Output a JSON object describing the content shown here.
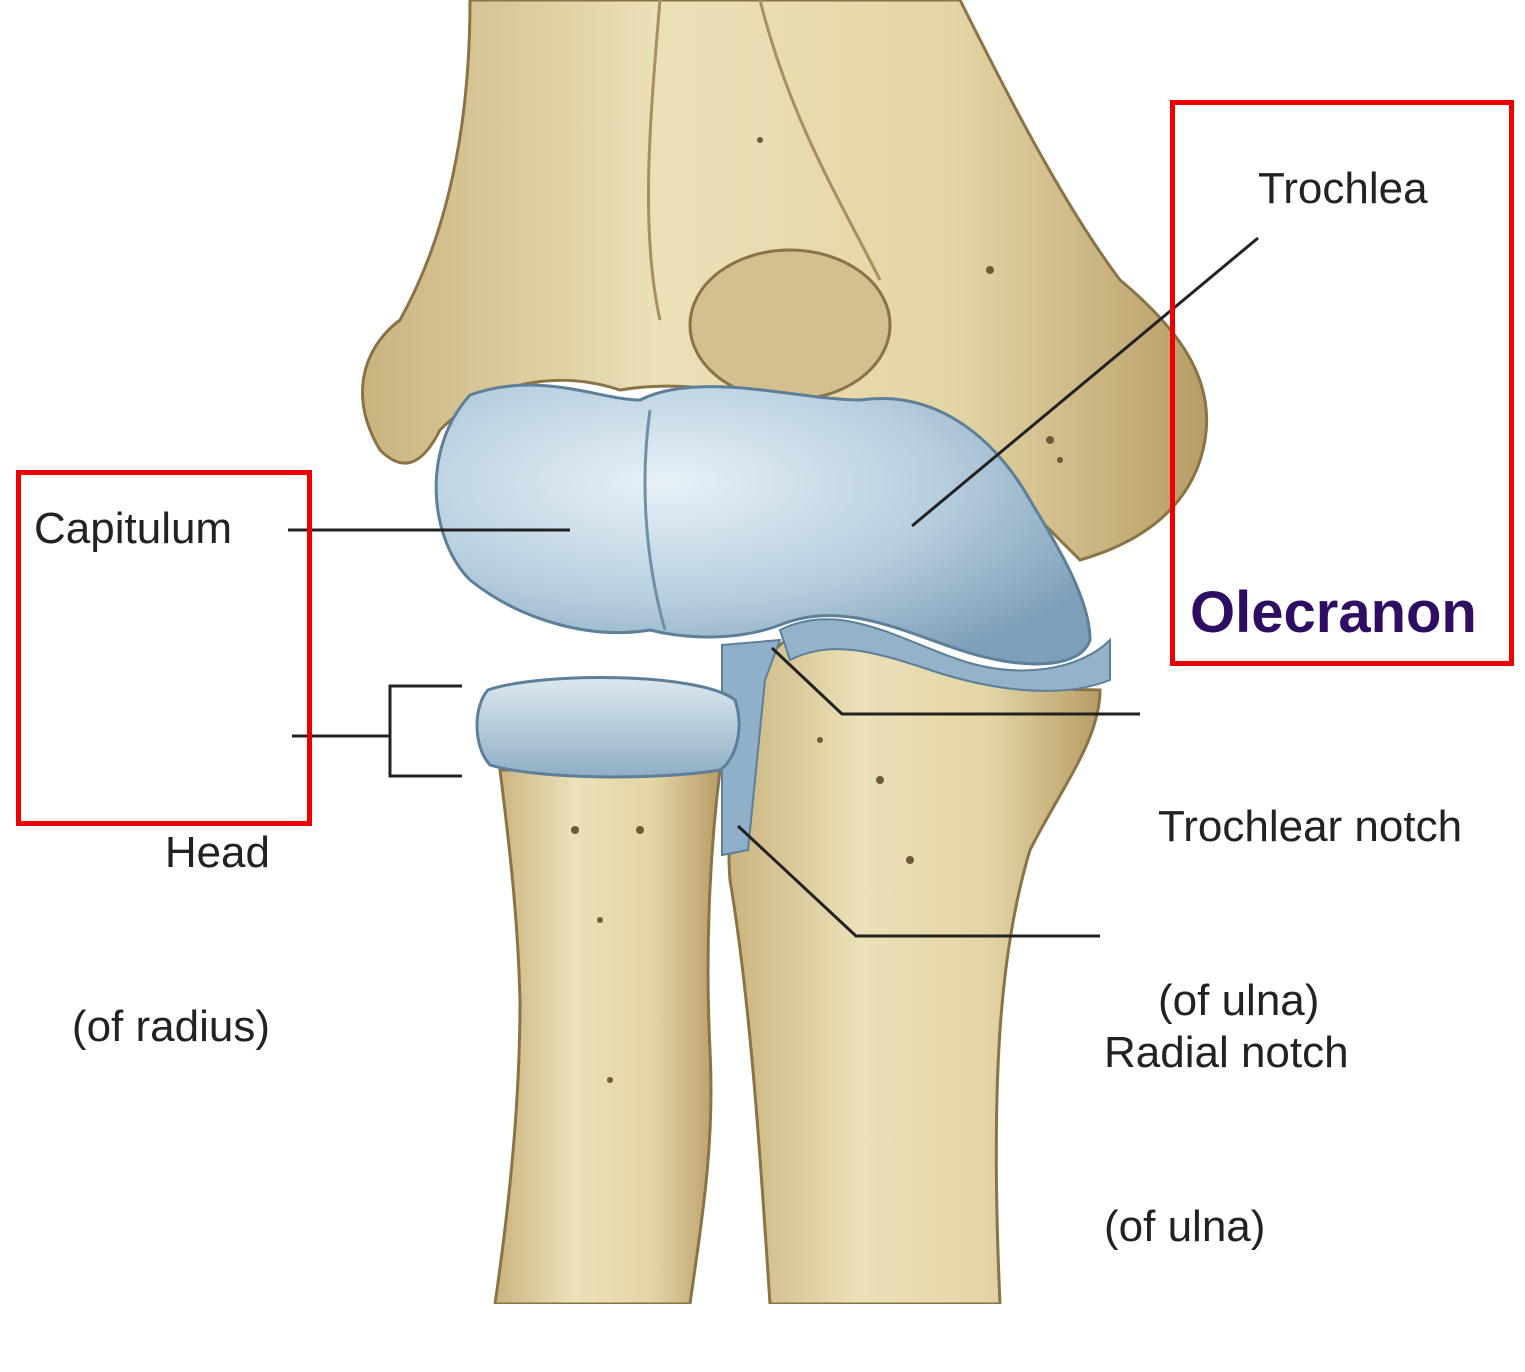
{
  "labels": {
    "capitulum": "Capitulum",
    "head_line1": "Head",
    "head_line2": "(of radius)",
    "trochlea": "Trochlea",
    "trochlear_notch_line1": "Trochlear notch",
    "trochlear_notch_line2": "(of ulna)",
    "radial_notch_line1": "Radial notch",
    "radial_notch_line2": "(of ulna)",
    "olecranon": "Olecranon"
  },
  "colors": {
    "bone": "#e9dcb1",
    "bone_shadow": "#b89e66",
    "cartilage": "#a9c3d6",
    "cartilage_highlight": "#e2edf4",
    "highlight_box": "#ee0000",
    "olecranon_text": "#2f0d63",
    "leader_line": "#222222"
  }
}
